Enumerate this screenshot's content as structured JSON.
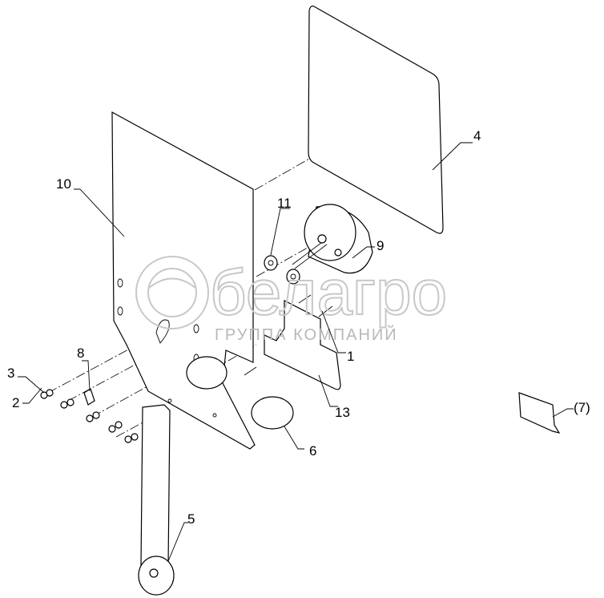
{
  "watermark": {
    "brand": "белагро",
    "subtitle": "ГРУППА КОМПАНИЙ"
  },
  "callouts": {
    "c1": "1",
    "c2": "2",
    "c3": "3",
    "c4": "4",
    "c5": "5",
    "c6": "6",
    "c7": "(7)",
    "c8": "8",
    "c9": "9",
    "c10": "10",
    "c11": "11",
    "c13": "13"
  }
}
